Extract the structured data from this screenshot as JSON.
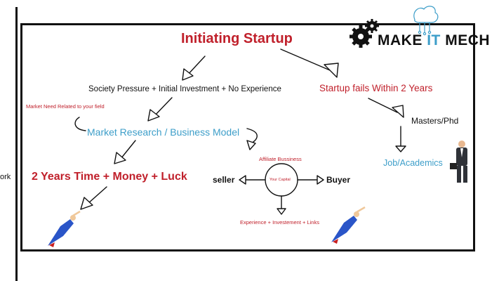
{
  "left_fragment": "ork",
  "title": "Initiating Startup",
  "logo": {
    "part1": "MAKE",
    "part2": "IT",
    "part3": "MECH",
    "gear_icon": "gear-icon",
    "brain_icon": "brain-circuit-icon"
  },
  "nodes": {
    "society": "Society Pressure + Initial Investment + No Experience",
    "fails": "Startup fails Within 2 Years",
    "market_need": "Market Need Related to your field",
    "market_research": "Market Research / Business Model",
    "masters": "Masters/Phd",
    "affiliate": "Affiliate Bussiness",
    "job": "Job/Academics",
    "two_years": "2 Years Time + Money + Luck",
    "seller": "seller",
    "capital": "Your Capital",
    "buyer": "Buyer",
    "experience": "Experience + Investement + Links"
  },
  "colors": {
    "red": "#c0202b",
    "blue": "#3d9ec9",
    "ink": "#111111"
  }
}
